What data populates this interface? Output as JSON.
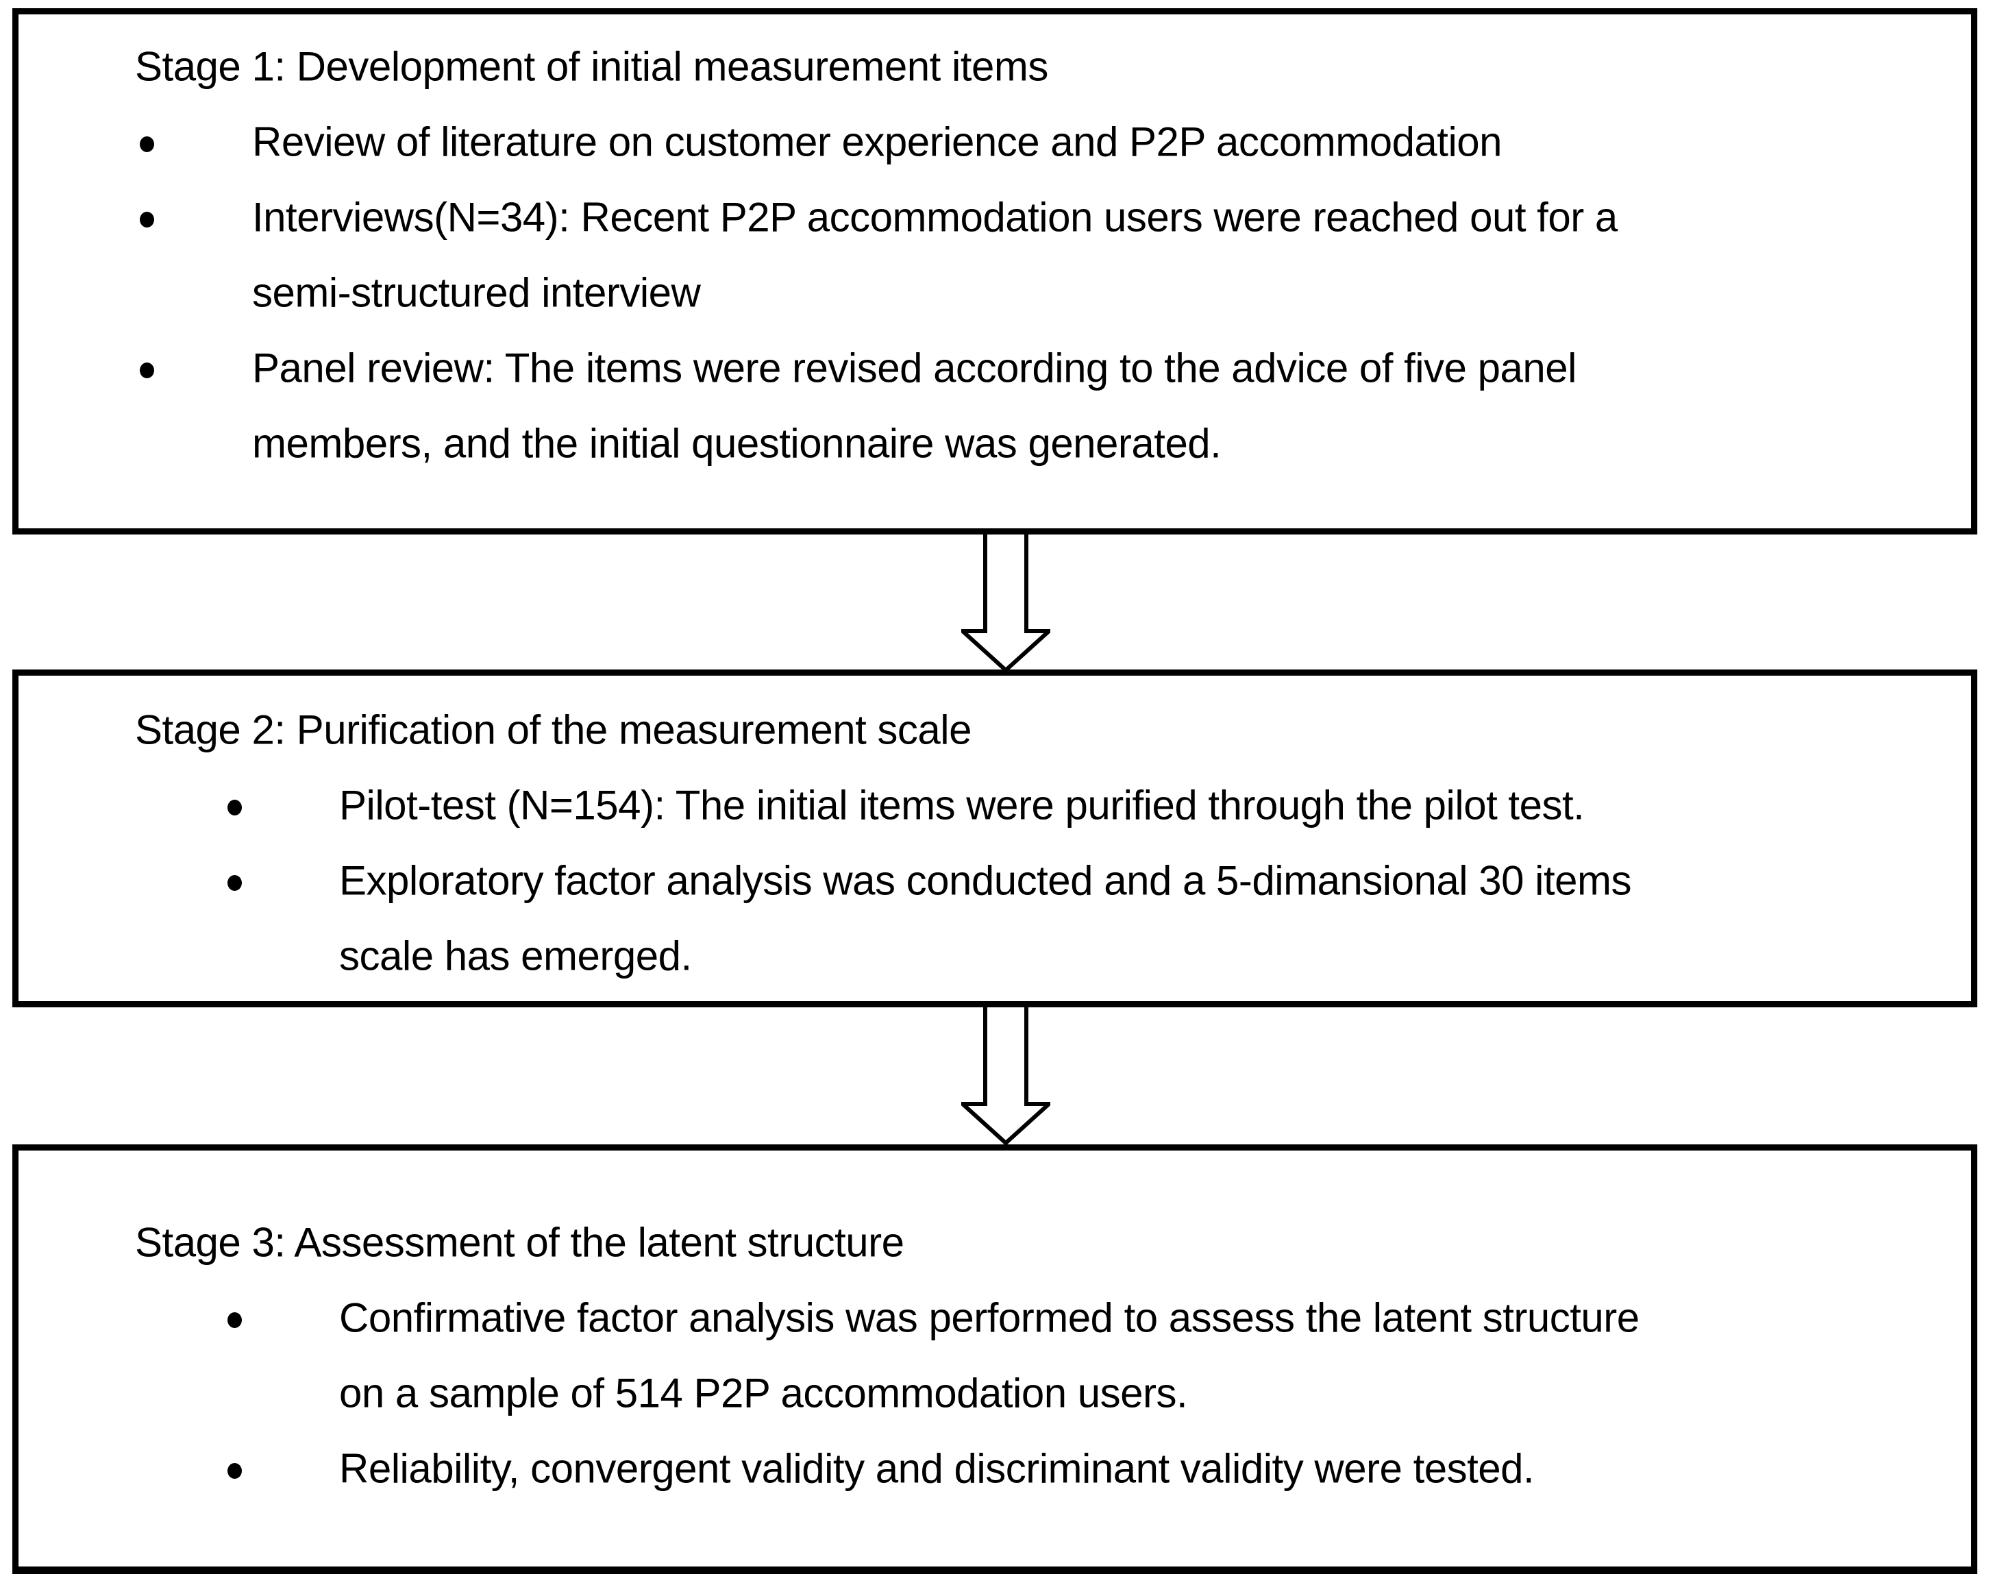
{
  "page": {
    "background_color": "#ffffff",
    "line_color": "#000000",
    "text_color": "#000000"
  },
  "stages": [
    {
      "title": "Stage 1: Development of initial measurement items",
      "bullets": [
        {
          "lines": [
            "Review of literature on customer experience and P2P accommodation"
          ]
        },
        {
          "lines": [
            "Interviews(N=34): Recent P2P accommodation users were reached  out for a",
            "semi-structured interview"
          ]
        },
        {
          "lines": [
            "Panel review: The items were revised according to the advice of five panel",
            "members, and the initial questionnaire was generated."
          ]
        }
      ]
    },
    {
      "title": "Stage 2: Purification of the measurement scale",
      "bullets": [
        {
          "lines": [
            "Pilot-test (N=154): The initial items were purified through the pilot test."
          ]
        },
        {
          "lines": [
            "Exploratory factor analysis was conducted and a 5-dimansional 30 items",
            "scale has emerged."
          ]
        }
      ]
    },
    {
      "title": "Stage 3: Assessment of the latent structure",
      "bullets": [
        {
          "lines": [
            "Confirmative factor analysis was performed to assess the latent structure",
            "on a sample of 514 P2P accommodation users."
          ]
        },
        {
          "lines": [
            "Reliability, convergent validity and discriminant validity were tested."
          ]
        }
      ]
    }
  ],
  "arrows": [
    {
      "name": "arrow-stage1-to-stage2",
      "direction": "down"
    },
    {
      "name": "arrow-stage2-to-stage3",
      "direction": "down"
    }
  ]
}
